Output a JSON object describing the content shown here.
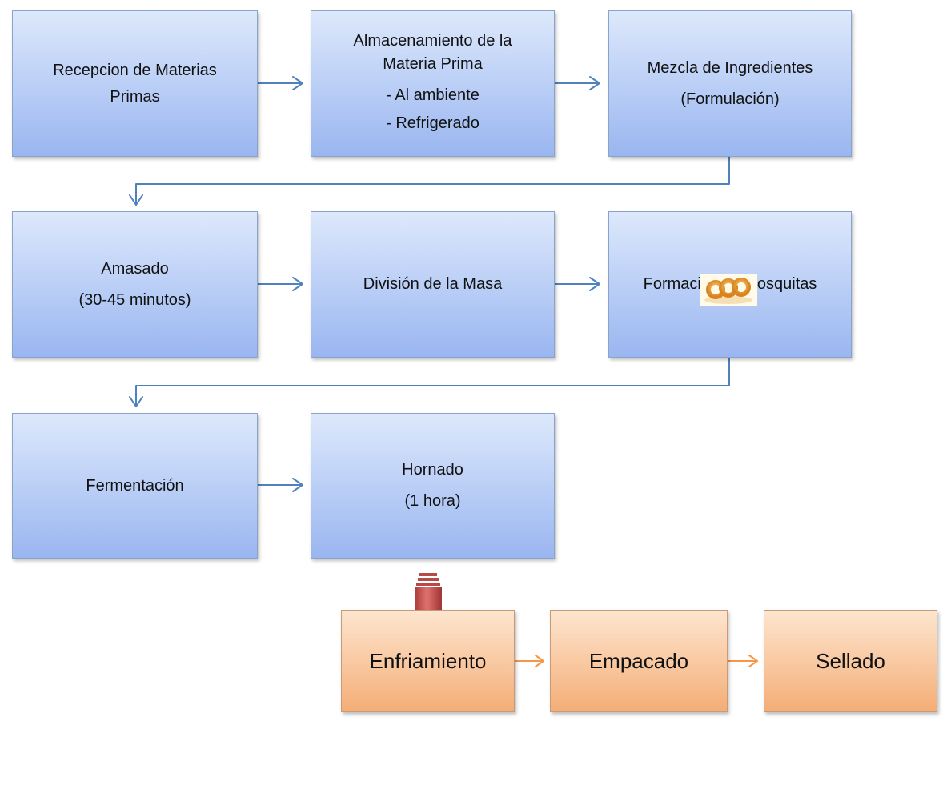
{
  "row1": [
    {
      "lines": [
        "Recepcion de Materias",
        "Primas"
      ]
    },
    {
      "lines": [
        "Almacenamiento de la",
        "Materia Prima",
        "- Al ambiente",
        "- Refrigerado"
      ]
    },
    {
      "lines": [
        "Mezcla de Ingredientes",
        "(Formulación)"
      ]
    }
  ],
  "row2": [
    {
      "lines": [
        "Amasado",
        "(30-45 minutos)"
      ]
    },
    {
      "lines": [
        "División de la Masa"
      ]
    },
    {
      "lines": [
        "Formación de Rosquitas"
      ]
    }
  ],
  "row3": [
    {
      "lines": [
        "Fermentación"
      ]
    },
    {
      "lines": [
        "Hornado",
        "(1 hora)"
      ]
    }
  ],
  "row4": [
    {
      "lines": [
        "Enfriamiento"
      ]
    },
    {
      "lines": [
        "Empacado"
      ]
    },
    {
      "lines": [
        "Sellado"
      ]
    }
  ],
  "colors": {
    "blue_connector": "#4f81bd",
    "orange_connector": "#f79646",
    "big_arrow": "#c0504d"
  },
  "icons": [
    "arrow-connector-icon",
    "big-down-arrow-icon",
    "rosquitas-emblem-icon"
  ]
}
